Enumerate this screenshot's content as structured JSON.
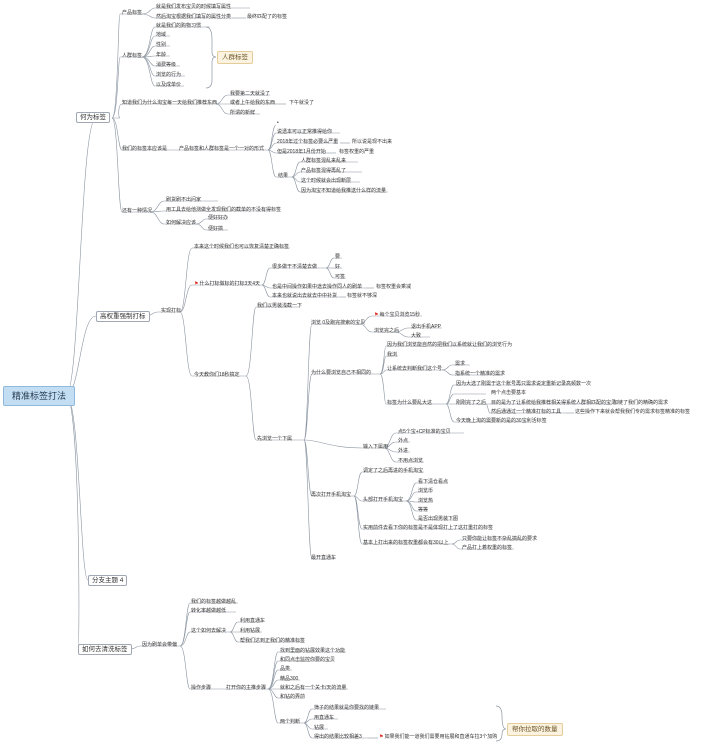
{
  "root": "精准标签打法",
  "sections": {
    "why": "何为标签",
    "strong": "高权重强制打标",
    "sub4": "分支主题 4",
    "clean": "如何去清洗标签"
  },
  "why": {
    "product_label": "产品标签",
    "p1": "就是我们发布宝贝的时候填写属性",
    "p2": "然后淘宝根据我们填写的属性分类",
    "p2_note": "最终匹配了的标签",
    "crowd_label": "人群标签",
    "crowd_intro": "就是我们的购物习惯",
    "crowd_items": [
      "地域",
      "性别",
      "年龄",
      "消费等级",
      "浏览的行为",
      "以及成单价"
    ],
    "crowd_tag": "人群标签",
    "know_q": "知道我们为什么淘宝每一天给我们推荐东西",
    "know_a1": "我要第二天就没了",
    "know_a2": "或者上午给我的东西",
    "know_a2_note": "下午就没了",
    "know_a3": "所谓的新鲜",
    "formula_root": "我们的标签本应该是",
    "formula": "产品标签和人群标签是一个一对的形式",
    "bullet": "•",
    "f1": "说透本可以正常推得给你",
    "f2": "2018年过个标签必要么严重",
    "f2_note": "所以说是现不出来",
    "f3": "但是2018年1月份开始",
    "f3_note": "标签权重的严重",
    "result": "结果",
    "r1": "人群标签混乱来乱来",
    "r2": "产品标签混得再乱了",
    "r3": "这个时候就会出现断层",
    "r4": "因为淘宝不知道给我推送什么样的流量",
    "another": "还有一种情况",
    "a1": "刷货刷不出问家",
    "a2": "用工具去给他测做全发现我们的截单的不没有得标签",
    "a3": "如何解决应该",
    "a3_1": "便好好办",
    "a3_2": "便好搞"
  },
  "strong": {
    "intro": "本来这个时候我们也可以恢复清楚正确标签",
    "fast_label": "实现打标",
    "fast_note": "什么打标做标的打标3天4天",
    "b1": "很多做干不清楚去做",
    "b1_1": "要",
    "b1_2": "好",
    "b1_3": "可签",
    "b2": "也是中间操作如果中途去操作同人的刷单",
    "b2_note": "标签权重会乘减",
    "b3": "本来也就说出去就去中中补货",
    "b3_note": "标签就不够深",
    "today": "今天教你们18秒搞定",
    "today_1": "我们以男装浅截一下",
    "step1": "浏览 0及跑完搜索的宝贝",
    "step1_a": "每个宝贝浏览15秒",
    "step1_b": "浏览完之后",
    "step1_b1": "退出手机APP",
    "step1_b2": "大致",
    "why_do": "为什么要浏览自己不相同的",
    "why_1": "因为我们浏览能自然的把我们以系统就让我们的浏览行为",
    "why_2": "我浏",
    "why_3": "让系统去判断我们这个号",
    "why_3a": "需求",
    "why_3b": "指系统一个精准的需求",
    "why_4": "标签为什么要乱大这",
    "why_4a": "因为大选了刚需于这个账号再只需求说定重新记录高频数一次",
    "why_4b": "两个点击要基本",
    "why_4c": "刚刚完了之后",
    "why_4d": "目的是为了让系统给我推荐相关得系统人群相匹配的宝贝",
    "why_4d_note": "加链了我们的精确的需求",
    "why_4e": "然后通通过一个精准打标的工具",
    "why_4e_note": "这些操作下来就会帮我我们专的需求标签精准的标签",
    "why_4f": "今天晚上淘的需要新的是的30宝利活标签",
    "first_mobile": "先浏览一个下属",
    "input_sub": "输入下属用",
    "in_1": "点5个宝+CP标准的宝贝",
    "in_2": "外点",
    "in_3": "外进",
    "in_4": "不用点浏览",
    "in_5": "调定了之后再进的手机淘宝",
    "open_taobao": "再次打开手机淘宝",
    "ot_1": "头部打开手机淘宝",
    "ot_1a": "看下清仓看点",
    "ot_1b": "浏览币",
    "ot_1c": "浏览热",
    "ot_1d": "等等",
    "ot_1e": "是否出现男装下图",
    "ot_2": "实用前件去看下你的标签是不是体现打上了这打重打的标签",
    "ot_3": "基本上打出来的标签权重都会有30以上",
    "ot_3a": "只要你能让标签不杂乱搞乱的要求",
    "ot_3b": "产品打上着权重的标签",
    "last": "最开直通车"
  },
  "clean": {
    "root": "因为刷单会带偏",
    "c1": "我们的标签越做越乱",
    "c2": "转化率越做越低",
    "c3": "这个如何去解决",
    "c3_1": "利用直通车",
    "c3_2": "利用钻展",
    "c3_3": "帮我们达到正我们的精准标签",
    "ops": "操作步骤",
    "ops_1": "打开你的主推步骤",
    "ops_a": "找到里面的钻展效果这个功能",
    "ops_b": "和同点击监控你要的宝贝",
    "ops_c": "品类",
    "ops_d": "精品300",
    "ops_e": "就和之后有一个关卡/天的流量",
    "ops_f": "和钻的弄前",
    "two_check": "两个判断",
    "tc_1": "筛子的结果就是你要找的链果",
    "tc_2": "用直通车",
    "tc_3": "钻展",
    "tc_4": "得出的结果比较相差3",
    "tc_4_note": "如果我们能一道我们需要用钻展和直通车拉3个加购",
    "tag2": "帮你拉取的数量"
  },
  "colors": {
    "line": "#8a94a0",
    "root_bg": "#c3def3",
    "tag_bg": "#fbf3e0",
    "flag": "#e0302b"
  }
}
